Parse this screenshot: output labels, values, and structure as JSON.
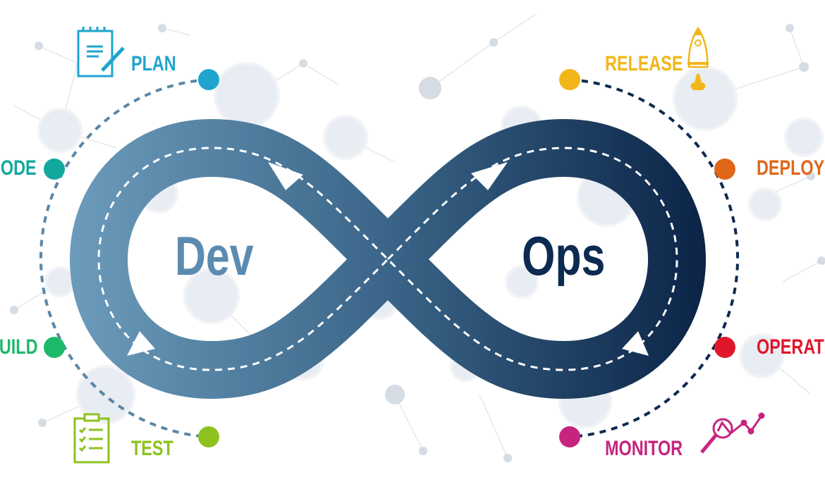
{
  "title": {
    "dev": "Dev",
    "ops": "Ops"
  },
  "stages": [
    {
      "label": "PLAN",
      "color": "#1ea4cf",
      "icon": "notepad-pencil-icon"
    },
    {
      "label": "CODE",
      "color": "#13a89e"
    },
    {
      "label": "BUILD",
      "color": "#1db96a"
    },
    {
      "label": "TEST",
      "color": "#8dc21f",
      "icon": "clipboard-checklist-icon"
    },
    {
      "label": "RELEASE",
      "color": "#f3b619",
      "icon": "rocket-icon"
    },
    {
      "label": "DEPLOY",
      "color": "#e0661a"
    },
    {
      "label": "OPERATE",
      "color": "#e0172b"
    },
    {
      "label": "MONITOR",
      "color": "#c7247f",
      "icon": "magnifier-chart-icon"
    }
  ],
  "colors": {
    "dev": "#5b8bb0",
    "ops": "#0d2a50",
    "band_start": "#6c9bbb",
    "band_end": "#0b2447"
  }
}
